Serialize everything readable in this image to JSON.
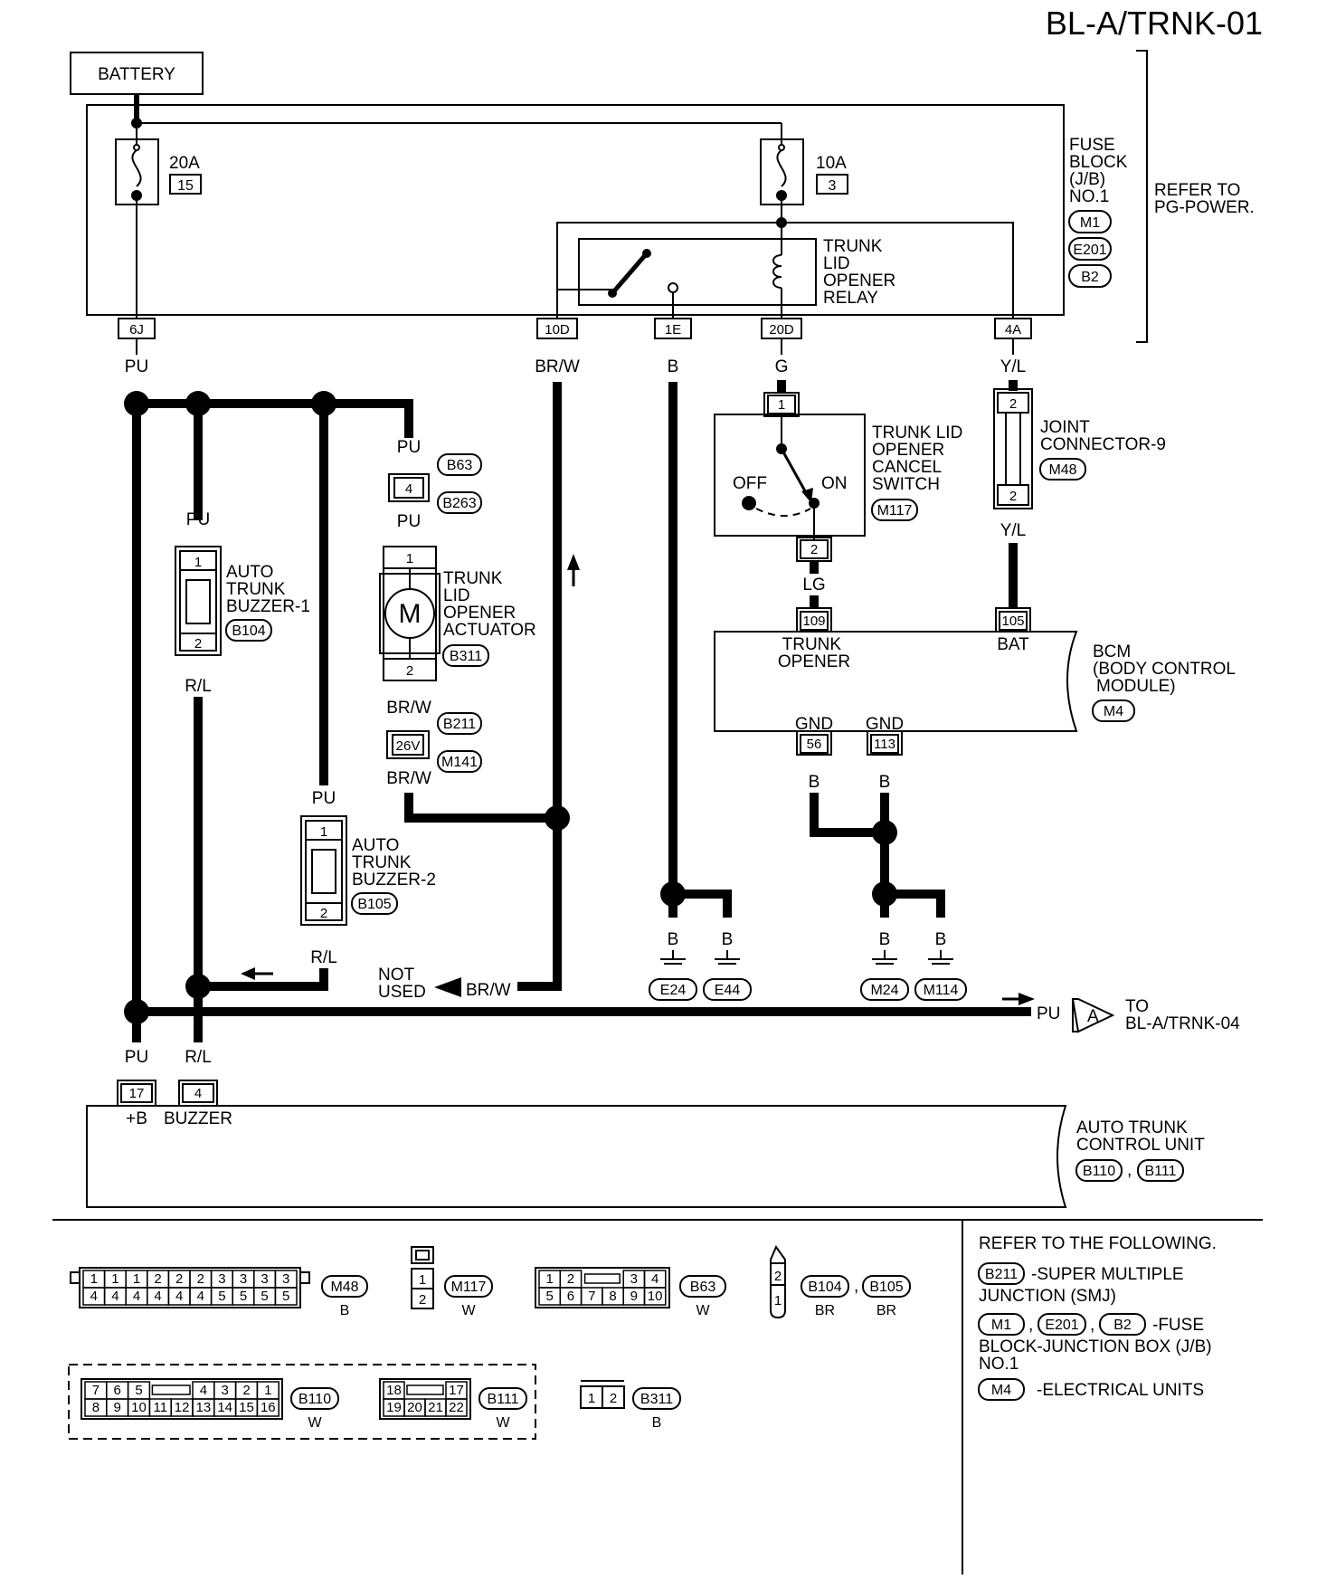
{
  "diagram_id": "BL-A/TRNK-01",
  "battery": "BATTERY",
  "fuses": [
    {
      "amp": "20A",
      "number": "15"
    },
    {
      "amp": "10A",
      "number": "3"
    }
  ],
  "fuse_block": {
    "lines": [
      "FUSE",
      "BLOCK",
      "(J/B)",
      "NO.1"
    ],
    "connectors": [
      "M1",
      "E201",
      "B2"
    ],
    "refer": [
      "REFER TO",
      "PG-POWER."
    ]
  },
  "relay": {
    "lines": [
      "TRUNK",
      "LID",
      "OPENER",
      "RELAY"
    ]
  },
  "fb_terminals": [
    "6J",
    "10D",
    "1E",
    "20D",
    "4A"
  ],
  "wire_colors": {
    "pu": "PU",
    "brw": "BR/W",
    "b": "B",
    "g": "G",
    "yl": "Y/L",
    "lg": "LG",
    "rl": "R/L"
  },
  "buzzer1": {
    "lines": [
      "AUTO",
      "TRUNK",
      "BUZZER-1"
    ],
    "connector": "B104",
    "pins": [
      "1",
      "2"
    ]
  },
  "buzzer2": {
    "lines": [
      "AUTO",
      "TRUNK",
      "BUZZER-2"
    ],
    "connector": "B105",
    "pins": [
      "1",
      "2"
    ]
  },
  "b63": {
    "pin": "4",
    "connectors": [
      "B63",
      "B263"
    ]
  },
  "actuator": {
    "lines": [
      "TRUNK",
      "LID",
      "OPENER",
      "ACTUATOR"
    ],
    "connector": "B311",
    "pins": [
      "1",
      "2"
    ],
    "motor": "M"
  },
  "b211": {
    "pin": "26V",
    "connectors": [
      "B211",
      "M141"
    ]
  },
  "cancel_switch": {
    "lines": [
      "TRUNK LID",
      "OPENER",
      "CANCEL",
      "SWITCH"
    ],
    "connector": "M117",
    "off": "OFF",
    "on": "ON",
    "pins": [
      "1",
      "2"
    ]
  },
  "joint": {
    "lines": [
      "JOINT",
      "CONNECTOR-9"
    ],
    "connector": "M48",
    "pins": [
      "2",
      "2"
    ]
  },
  "bcm": {
    "lines": [
      "BCM",
      "(BODY CONTROL",
      "MODULE)"
    ],
    "connector": "M4",
    "pins": [
      "109",
      "105",
      "56",
      "113"
    ],
    "pin_labels": {
      "trunk_opener": [
        "TRUNK",
        "OPENER"
      ],
      "bat": "BAT",
      "gnd": "GND"
    }
  },
  "grounds": [
    "E24",
    "E44",
    "M24",
    "M114"
  ],
  "not_used": [
    "NOT",
    "USED"
  ],
  "to_ref": {
    "letter": "A",
    "lines": [
      "TO",
      "BL-A/TRNK-04"
    ]
  },
  "control_unit": {
    "lines": [
      "AUTO TRUNK",
      "CONTROL UNIT"
    ],
    "connectors": [
      "B110",
      "B111"
    ],
    "pins": [
      "17",
      "4"
    ],
    "pin_labels": [
      "+B",
      "BUZZER"
    ]
  },
  "connector_views": {
    "m48": {
      "id": "M48",
      "color": "B",
      "top": [
        "1",
        "1",
        "1",
        "2",
        "2",
        "2",
        "3",
        "3",
        "3",
        "3"
      ],
      "bottom": [
        "4",
        "4",
        "4",
        "4",
        "4",
        "4",
        "5",
        "5",
        "5",
        "5"
      ]
    },
    "m117": {
      "id": "M117",
      "color": "W",
      "pins": [
        "1",
        "2"
      ]
    },
    "b63": {
      "id": "B63",
      "color": "W",
      "top": [
        "1",
        "2",
        "3",
        "4"
      ],
      "bottom": [
        "5",
        "6",
        "7",
        "8",
        "9",
        "10"
      ]
    },
    "b104": {
      "id": "B104",
      "id2": "B105",
      "color": "BR",
      "color2": "BR",
      "pins": [
        "2",
        "1"
      ]
    },
    "b110": {
      "id": "B110",
      "color": "W",
      "top": [
        "7",
        "6",
        "5",
        "4",
        "3",
        "2",
        "1"
      ],
      "bottom": [
        "8",
        "9",
        "10",
        "11",
        "12",
        "13",
        "14",
        "15",
        "16"
      ]
    },
    "b111": {
      "id": "B111",
      "color": "W",
      "top": [
        "18",
        "17"
      ],
      "bottom": [
        "19",
        "20",
        "21",
        "22"
      ]
    },
    "b311": {
      "id": "B311",
      "color": "B",
      "pins": [
        "1",
        "2"
      ]
    }
  },
  "refer": {
    "title": "REFER TO THE FOLLOWING.",
    "smj": {
      "connector": "B211",
      "text": [
        "-SUPER MULTIPLE",
        "JUNCTION (SMJ)"
      ]
    },
    "jb": {
      "connectors": [
        "M1",
        "E201",
        "B2"
      ],
      "text": [
        "-FUSE",
        "BLOCK-JUNCTION BOX (J/B)",
        "NO.1"
      ]
    },
    "eu": {
      "connector": "M4",
      "text": "-ELECTRICAL UNITS"
    }
  }
}
